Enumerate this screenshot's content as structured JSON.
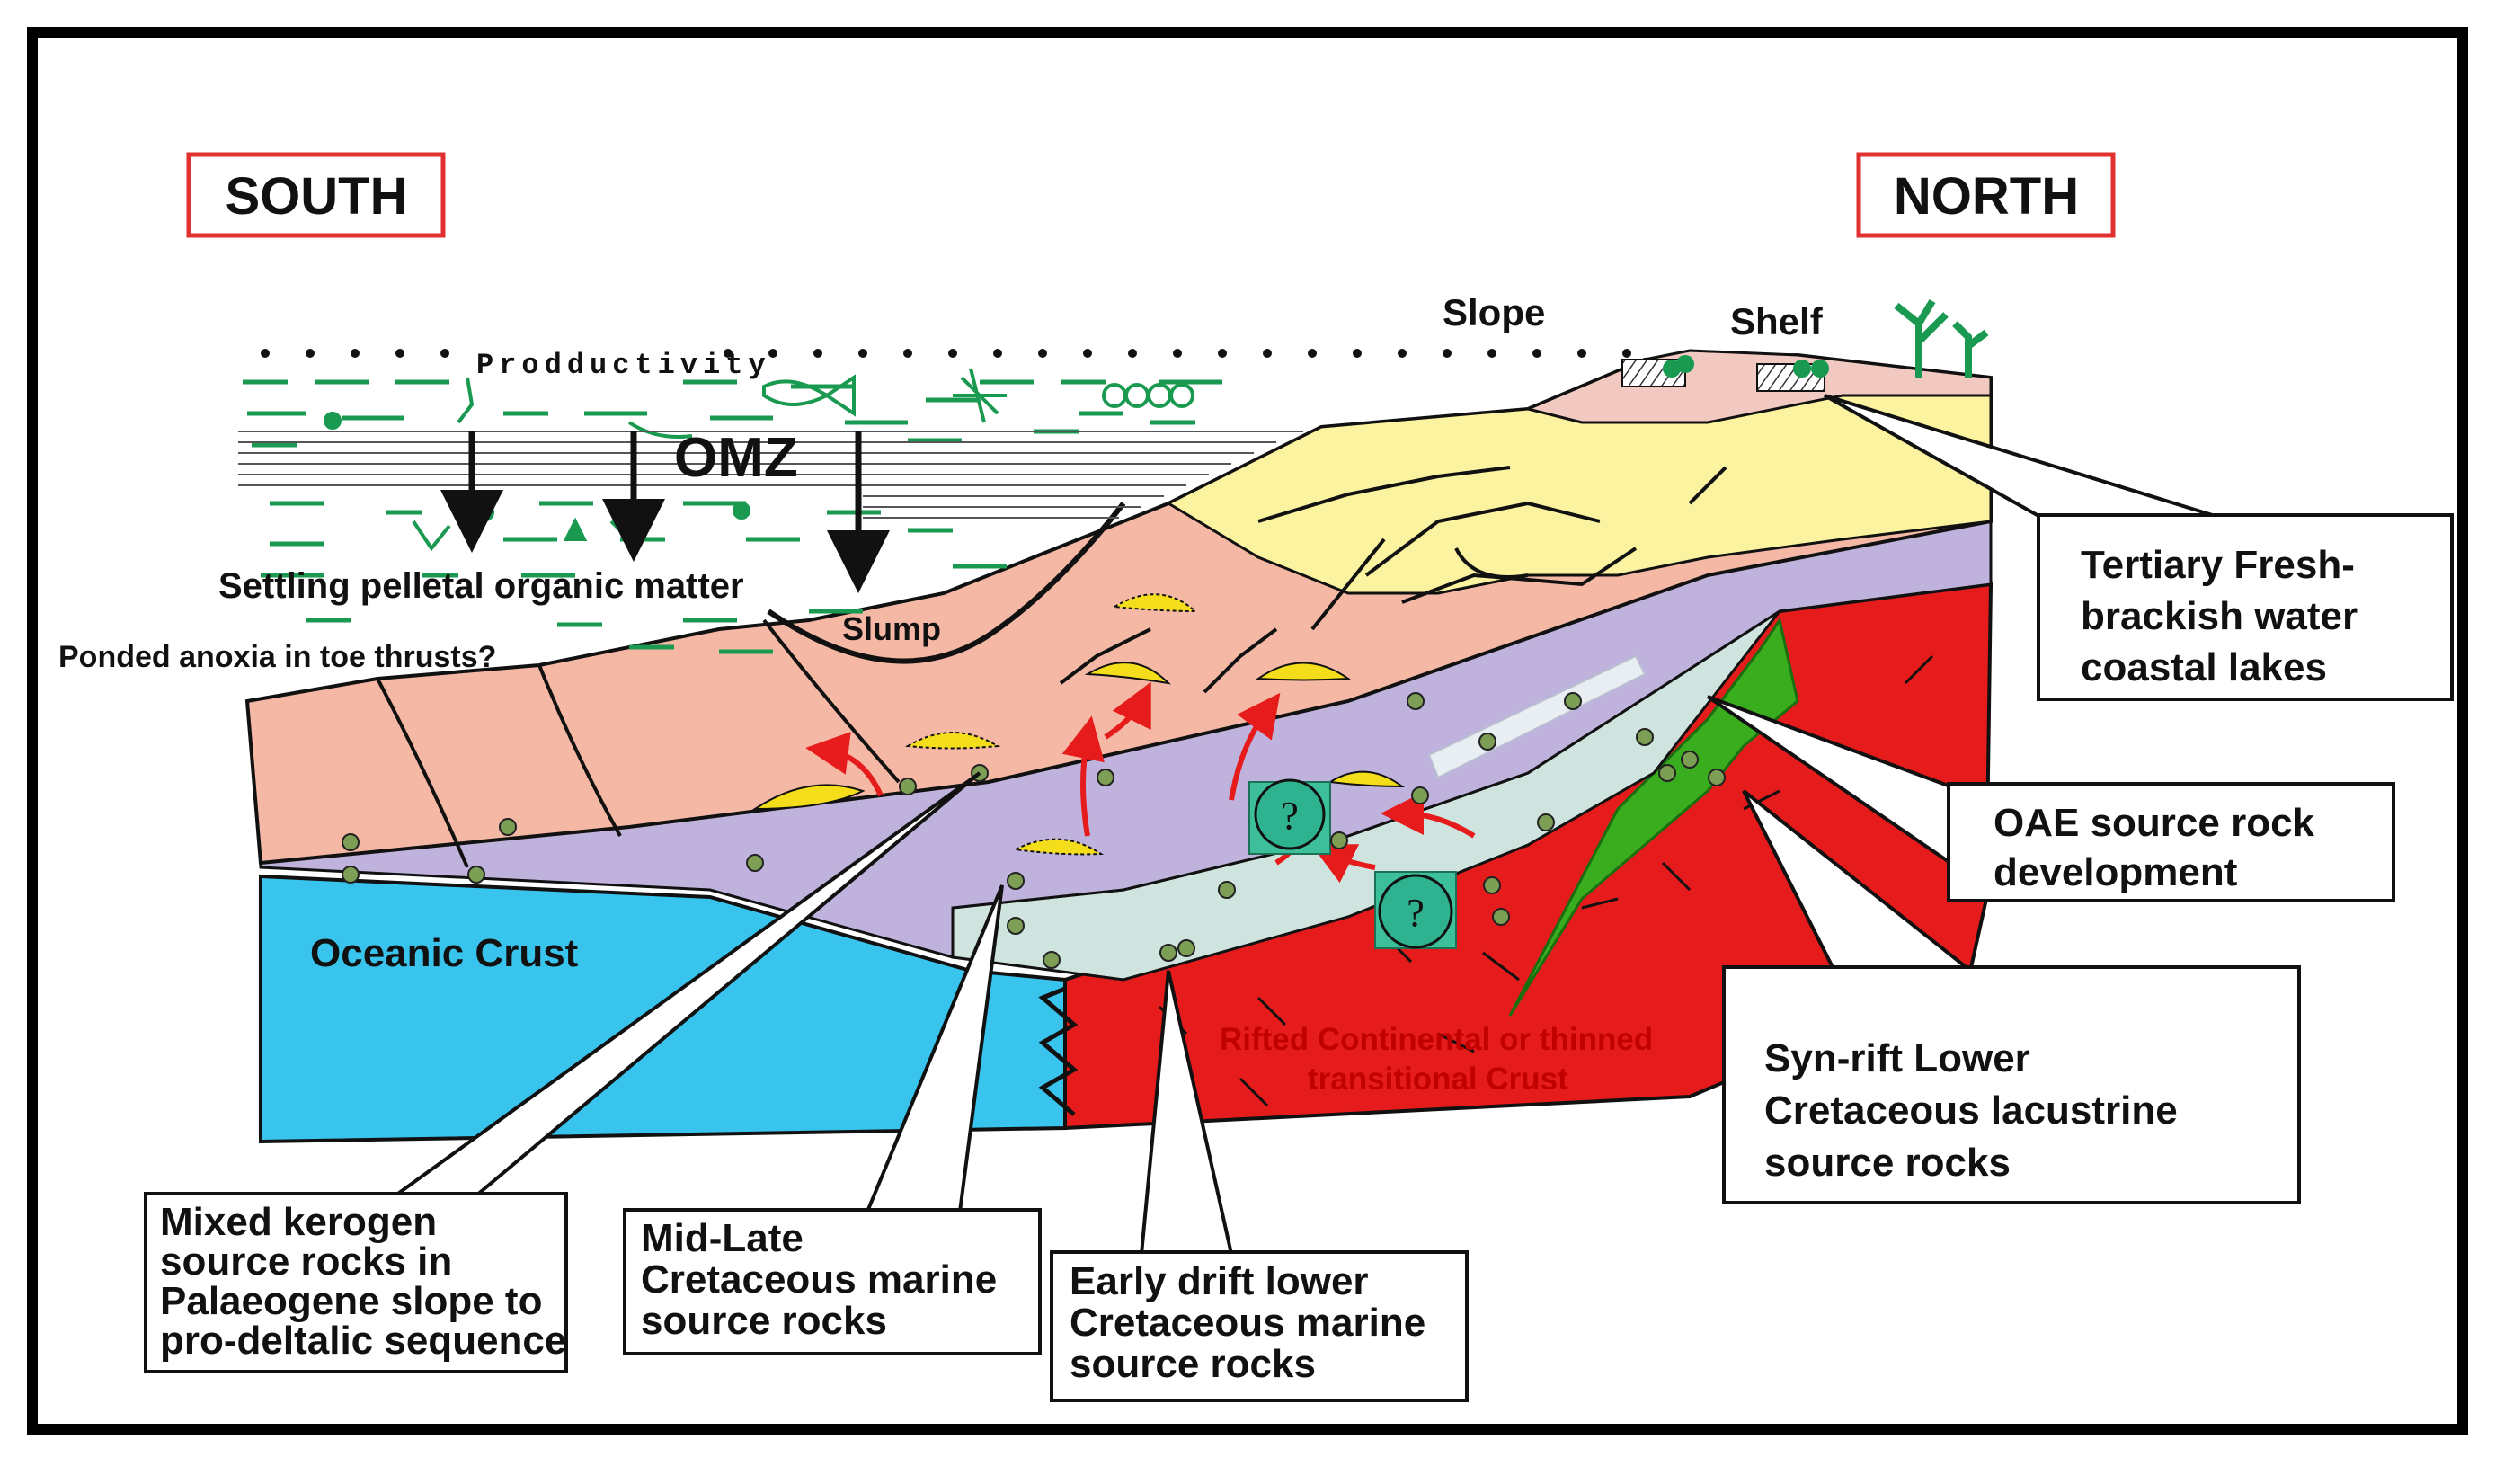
{
  "compass": {
    "south": "SOUTH",
    "north": "NORTH"
  },
  "labels": {
    "productivity": "Prodductivity",
    "omz": "OMZ",
    "slope": "Slope",
    "shelf": "Shelf",
    "settling": "Settling pelletal organic matter",
    "ponded": "Ponded anoxia in toe thrusts?",
    "slump": "Slump",
    "oceanic_crust": "Oceanic Crust",
    "rifted_line1": "Rifted Continental or thinned",
    "rifted_line2": "transitional Crust",
    "question_mark": "?"
  },
  "callouts": {
    "tertiary": [
      "Tertiary Fresh-",
      "brackish water",
      "coastal lakes"
    ],
    "oae": [
      "OAE source rock",
      "development"
    ],
    "synrift": [
      "Syn-rift Lower",
      "Cretaceous lacustrine",
      "source rocks"
    ],
    "mixed": [
      "Mixed kerogen",
      "source rocks in",
      "Palaeogene slope to",
      "pro-deltalic sequence"
    ],
    "midlate": [
      "Mid-Late",
      "Cretaceous marine",
      "source rocks"
    ],
    "early": [
      "Early drift lower",
      "Cretaceous marine",
      "source rocks"
    ]
  },
  "colors": {
    "pink_sediment": "#f4b8a4",
    "yellow_sediment": "#fbf3a0",
    "purple_layer": "#bfb2dc",
    "pale_teal_layer": "#cfe4df",
    "oceanic_crust": "#39c4ee",
    "continental_crust": "#e61c1c",
    "synrift_green": "#3aad1e",
    "accent_red_border": "#e03030",
    "marine_green": "#1a9a50"
  }
}
